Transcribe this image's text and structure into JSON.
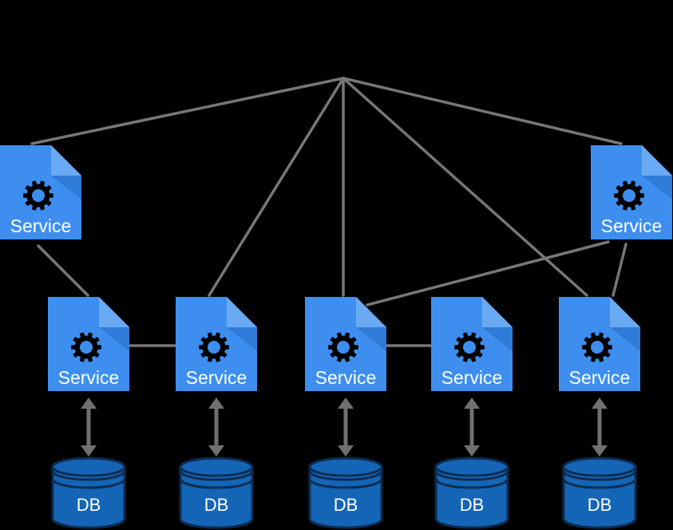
{
  "colors": {
    "background": "#000000",
    "connector": "#777777",
    "service_fill": "#3d8eef",
    "service_fold_light": "#6aaaf3",
    "service_fold_dark": "#2a73cf",
    "db_fill": "#1565b7",
    "db_outline": "#0d2d52",
    "arrow": "#707070"
  },
  "services": [
    {
      "id": "svc-top-left",
      "label": "Service",
      "icon": "gear-icon"
    },
    {
      "id": "svc-top-right",
      "label": "Service",
      "icon": "gear-icon"
    },
    {
      "id": "svc-1",
      "label": "Service",
      "icon": "gear-icon"
    },
    {
      "id": "svc-2",
      "label": "Service",
      "icon": "gear-icon"
    },
    {
      "id": "svc-3",
      "label": "Service",
      "icon": "gear-icon"
    },
    {
      "id": "svc-4",
      "label": "Service",
      "icon": "gear-icon"
    },
    {
      "id": "svc-5",
      "label": "Service",
      "icon": "gear-icon"
    }
  ],
  "databases": [
    {
      "id": "db-1",
      "label": "DB",
      "icon": "database-icon"
    },
    {
      "id": "db-2",
      "label": "DB",
      "icon": "database-icon"
    },
    {
      "id": "db-3",
      "label": "DB",
      "icon": "database-icon"
    },
    {
      "id": "db-4",
      "label": "DB",
      "icon": "database-icon"
    },
    {
      "id": "db-5",
      "label": "DB",
      "icon": "database-icon"
    }
  ],
  "links": [
    {
      "from": "hub",
      "to": "svc-top-left"
    },
    {
      "from": "hub",
      "to": "svc-top-right"
    },
    {
      "from": "hub",
      "to": "svc-2"
    },
    {
      "from": "hub",
      "to": "svc-3"
    },
    {
      "from": "hub",
      "to": "svc-5"
    },
    {
      "from": "svc-top-left",
      "to": "svc-1"
    },
    {
      "from": "svc-1",
      "to": "svc-2"
    },
    {
      "from": "svc-3",
      "to": "svc-4"
    },
    {
      "from": "svc-top-right",
      "to": "svc-3"
    },
    {
      "from": "svc-top-right",
      "to": "svc-5"
    }
  ],
  "db_links": [
    {
      "service": "svc-1",
      "db": "db-1",
      "direction": "bidirectional"
    },
    {
      "service": "svc-2",
      "db": "db-2",
      "direction": "bidirectional"
    },
    {
      "service": "svc-3",
      "db": "db-3",
      "direction": "bidirectional"
    },
    {
      "service": "svc-4",
      "db": "db-4",
      "direction": "bidirectional"
    },
    {
      "service": "svc-5",
      "db": "db-5",
      "direction": "bidirectional"
    }
  ]
}
